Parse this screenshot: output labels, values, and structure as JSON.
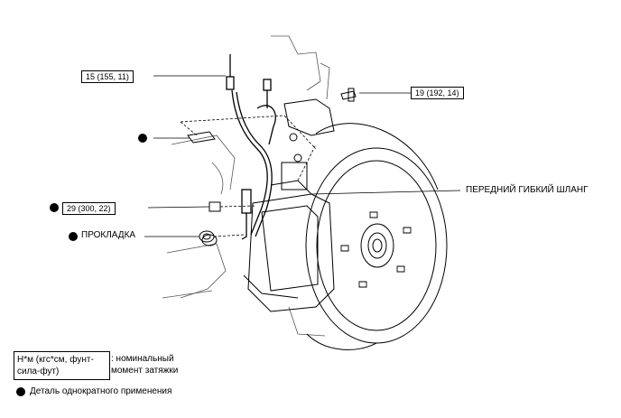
{
  "callouts": {
    "torque_top": "15 (155, 11)",
    "torque_right": "19 (192, 14)",
    "torque_left": "29 (300, 22)"
  },
  "labels": {
    "front_flexible_hose": "ПЕРЕДНИЙ ГИБКИЙ ШЛАНГ",
    "gasket": "ПРОКЛАДКА"
  },
  "legend": {
    "units": "Н*м (кгс*см, фунт-сила-фут)",
    "units_meaning": ": номинальный момент затяжки",
    "non_reusable": "Деталь однократного применения"
  }
}
